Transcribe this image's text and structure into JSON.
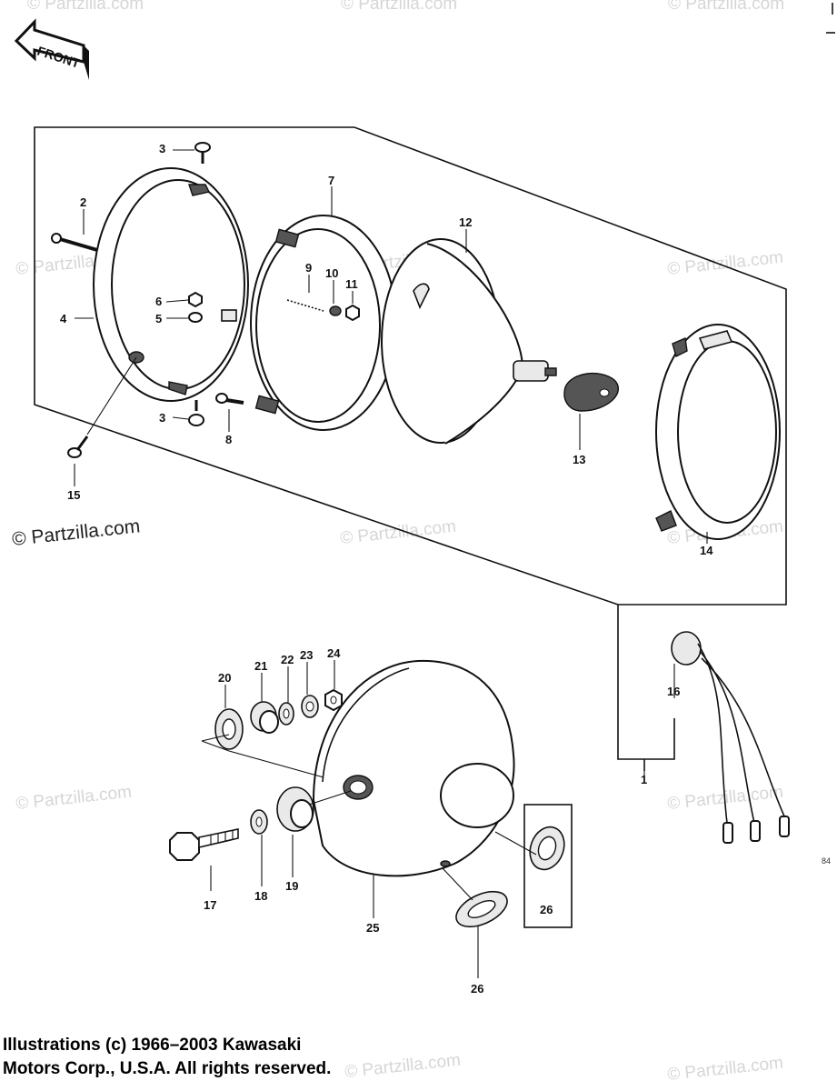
{
  "front_tag": "FRONT",
  "watermark": "© Partzilla.com",
  "watermark_prominent": "© Partzilla.com",
  "callouts": {
    "p1": "1",
    "p2": "2",
    "p3a": "3",
    "p3b": "3",
    "p4": "4",
    "p5": "5",
    "p6": "6",
    "p7": "7",
    "p8": "8",
    "p9": "9",
    "p10": "10",
    "p11": "11",
    "p12": "12",
    "p13": "13",
    "p14": "14",
    "p15": "15",
    "p16": "16",
    "p17": "17",
    "p18": "18",
    "p19": "19",
    "p20": "20",
    "p21": "21",
    "p22": "22",
    "p23": "23",
    "p24": "24",
    "p25": "25",
    "p26a": "26",
    "p26b": "26"
  },
  "diagram_code": "84",
  "footer": {
    "line1": "Illustrations (c) 1966–2003 Kawasaki",
    "line2": "Motors Corp., U.S.A.  All rights reserved."
  }
}
